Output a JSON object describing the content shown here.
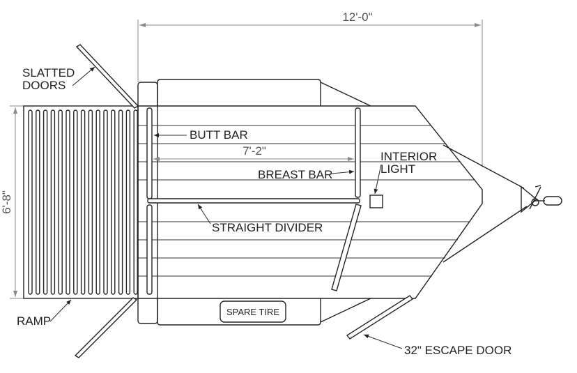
{
  "dimensions": {
    "overall_length": "12'-0\"",
    "width": "6'-8\"",
    "stall_length": "7'-2\""
  },
  "labels": {
    "slatted_doors_line1": "SLATTED",
    "slatted_doors_line2": "DOORS",
    "butt_bar": "BUTT BAR",
    "breast_bar": "BREAST BAR",
    "interior_light_line1": "INTERIOR",
    "interior_light_line2": "LIGHT",
    "straight_divider": "STRAIGHT DIVIDER",
    "ramp": "RAMP",
    "spare_tire": "SPARE TIRE",
    "escape_door": "32\" ESCAPE DOOR"
  }
}
